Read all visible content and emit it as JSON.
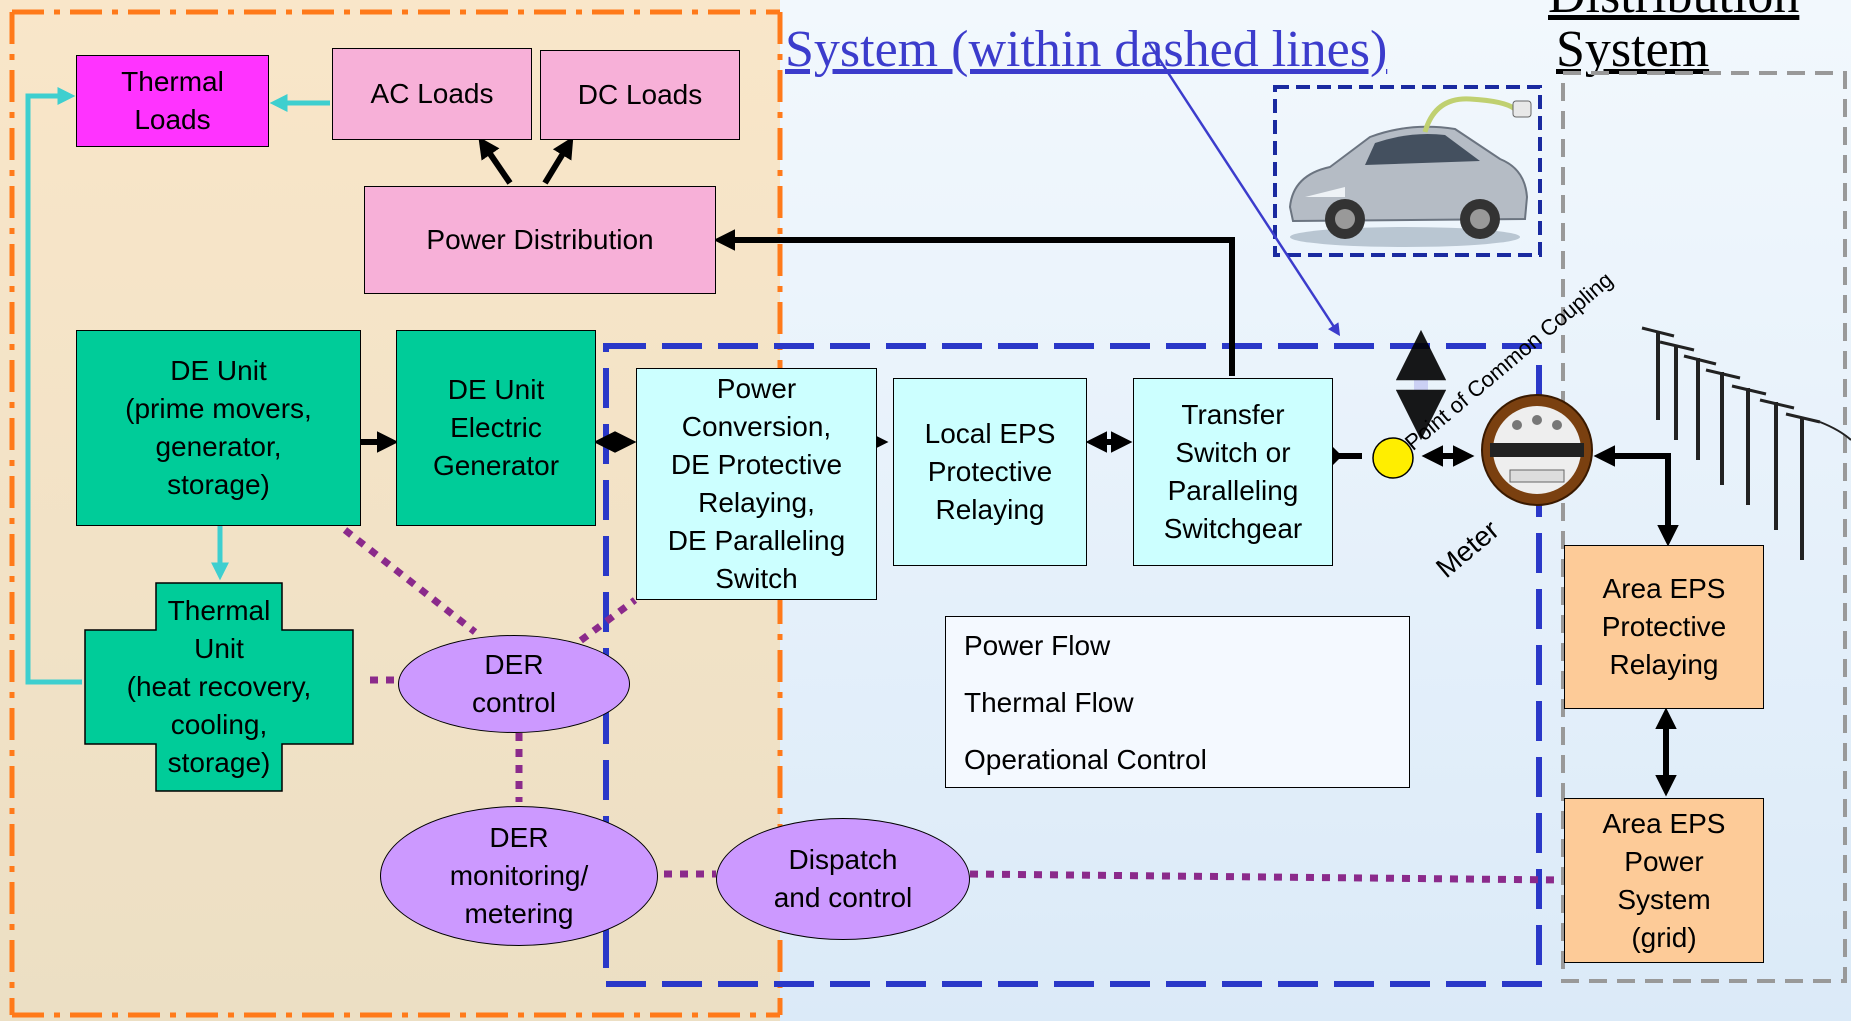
{
  "header": {
    "caption_line2": "System (within dashed lines)",
    "distribution_line1": "Distribution",
    "distribution_line2": "System"
  },
  "boxes": {
    "thermal_loads": "Thermal\nLoads",
    "ac_loads": "AC Loads",
    "dc_loads": "DC Loads",
    "power_distribution": "Power Distribution",
    "de_unit": "DE Unit\n(prime movers,\ngenerator,\nstorage)",
    "de_unit_generator": "DE Unit\nElectric\nGenerator",
    "power_conversion": "Power\nConversion,\nDE Protective\nRelaying,\nDE Paralleling\nSwitch",
    "local_eps": "Local EPS\nProtective\nRelaying",
    "transfer_switch": "Transfer\nSwitch or\nParalleling\nSwitchgear",
    "thermal_unit": "Thermal\nUnit\n(heat recovery,\ncooling,\nstorage)",
    "area_eps_relaying": "Area EPS\nProtective\nRelaying",
    "area_eps_power": "Area EPS\nPower\nSystem\n(grid)"
  },
  "ovals": {
    "der_control": "DER\ncontrol",
    "der_monitoring": "DER\nmonitoring/\nmetering",
    "dispatch": "Dispatch\nand control"
  },
  "labels": {
    "meter": "Meter",
    "pcc": "Point of Common Coupling"
  },
  "legend": {
    "power_flow": "Power Flow",
    "thermal_flow": "Thermal Flow",
    "operational_control": "Operational Control"
  },
  "colors": {
    "power_arrow": "#000000",
    "thermal_arrow": "#3ecfcf",
    "control_dots": "#8b2a8b",
    "orange_dash": "#ff7a1a",
    "blue_dash": "#2a38c8",
    "gray_dash": "#999999",
    "caption_link": "#3c3ccc"
  },
  "icons": {
    "car": "electric-car-icon",
    "meter": "electric-meter-icon",
    "utility_poles": "utility-pole-icon"
  }
}
